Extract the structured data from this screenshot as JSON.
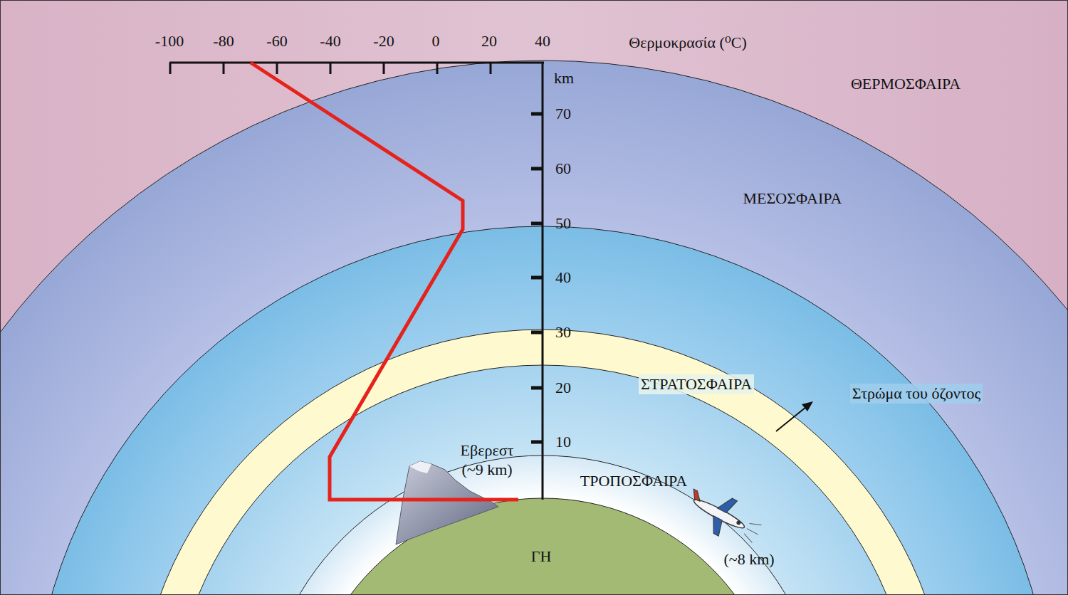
{
  "diagram": {
    "labels": [
      "-100",
      "-80",
      "-60",
      "-40",
      "-20",
      "0",
      "20",
      "40",
      "Θερμοκρασία (⁰C)",
      "km",
      "70",
      "60",
      "50",
      "40",
      "30",
      "20",
      "10",
      "ΘΕΡΜΟΣΦΑΙΡΑ",
      "ΜΕΣΟΣΦΑΙΡΑ",
      "ΣΤΡΑΤΟΣΦΑΙΡΑ",
      "Στρώμα του όζοντος",
      "Εβερεστ (~9 km)",
      "ΤΡΟΠΟΣΦΑΙΡΑ",
      "(~8 km)",
      "ΓΗ"
    ]
  }
}
